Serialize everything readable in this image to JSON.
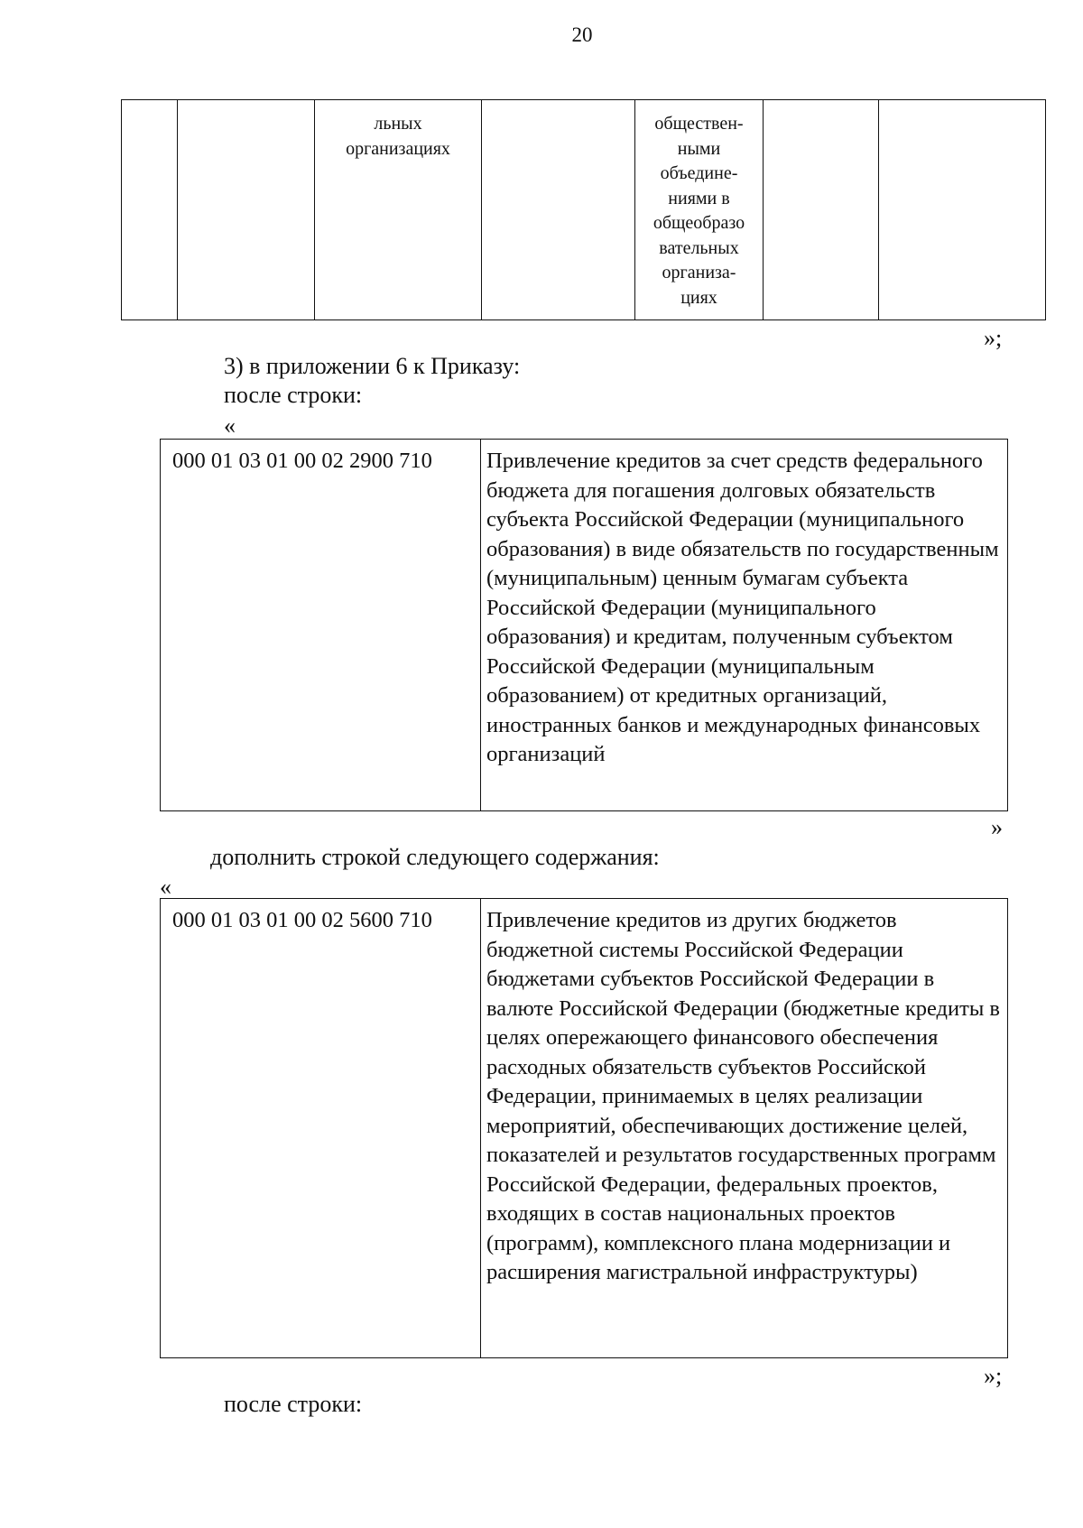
{
  "page_number": "20",
  "top_table": {
    "col3_text": "льных организациях",
    "col5_text": "общественными объединениями в общеобразовательных организациях",
    "col5_lines": [
      "обществен-",
      "ными",
      "объедине-",
      "ниями в",
      "общеобразо",
      "вательных",
      "организа-",
      "циях"
    ],
    "col3_lines": [
      "льных",
      "организациях"
    ]
  },
  "closing_1": "»;",
  "item3": {
    "line1": "3) в приложении 6 к Приказу:",
    "line2": "после строки:",
    "open_quote": "«"
  },
  "table1": {
    "code": "000 01 03 01 00 02 2900 710",
    "description": "Привлечение кредитов за счет средств федерального бюджета для погашения долговых обязательств субъекта Российской Федерации (муниципального образования) в виде обязательств по государственным (муниципальным) ценным бумагам субъекта Российской Федерации (муниципального образования) и кредитам, полученным субъектом Российской Федерации (муниципальным образованием) от кредитных организаций, иностранных банков и международных финансовых организаций"
  },
  "closing_2": "»",
  "supplement": {
    "text": "дополнить строкой следующего содержания:",
    "open_quote": "«"
  },
  "table2": {
    "code": "000 01 03 01 00 02 5600 710",
    "description": "Привлечение кредитов из других бюджетов бюджетной системы Российской Федерации бюджетами субъектов Российской Федерации в валюте Российской Федерации (бюджетные кредиты в целях опережающего финансового обеспечения расходных обязательств субъектов Российской Федерации, принимаемых в целях реализации мероприятий, обеспечивающих достижение целей, показателей и результатов государственных программ Российской Федерации, федеральных проектов, входящих в состав национальных проектов (программ), комплексного плана модернизации и расширения магистральной инфраструктуры)"
  },
  "closing_3": "»;",
  "after_row": "после строки:"
}
